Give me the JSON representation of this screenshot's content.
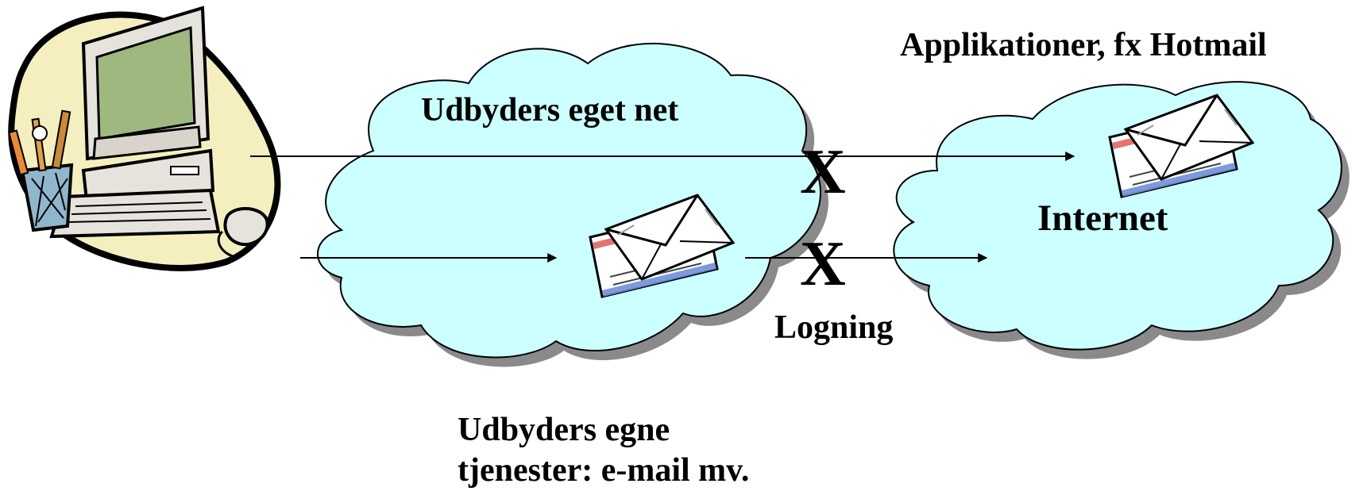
{
  "labels": {
    "applications": "Applikationer, fx Hotmail",
    "provider_network": "Udbyders eget net",
    "internet": "Internet",
    "logging": "Logning",
    "provider_services_line1": "Udbyders egne",
    "provider_services_line2": "tjenester: e-mail mv."
  },
  "marks": {
    "block_top": "X",
    "block_bottom": "X"
  },
  "colors": {
    "cloud_fill": "#ccffff",
    "cloud_shadow": "#8a8a8a",
    "blob_fill": "#f5efbf",
    "blob_stroke": "#000000",
    "arrow": "#000000"
  }
}
